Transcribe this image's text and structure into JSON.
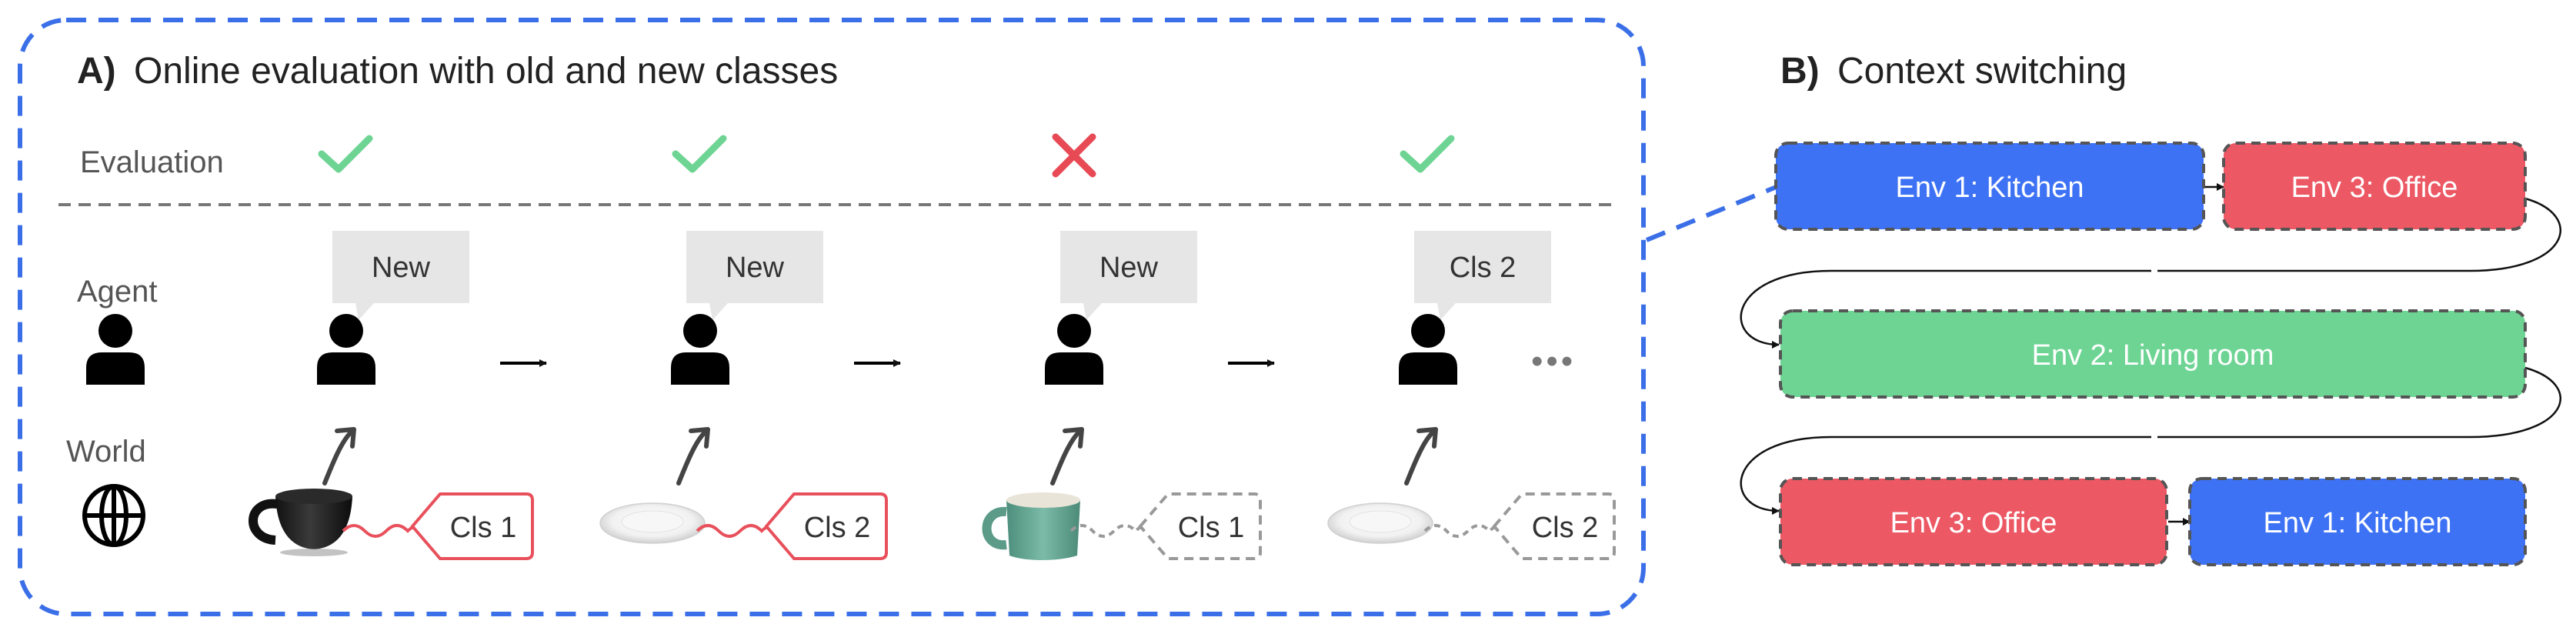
{
  "panel_a": {
    "title_prefix": "A)",
    "title": "Online evaluation with old and new classes",
    "row_labels": {
      "evaluation": "Evaluation",
      "agent": "Agent",
      "world": "World"
    },
    "steps": [
      {
        "eval": "correct",
        "bubble": "New",
        "object": "black-cup",
        "tag": "Cls 1",
        "tag_style": "labeled"
      },
      {
        "eval": "correct",
        "bubble": "New",
        "object": "white-plate",
        "tag": "Cls 2",
        "tag_style": "labeled"
      },
      {
        "eval": "wrong",
        "bubble": "New",
        "object": "green-mug",
        "tag": "Cls 1",
        "tag_style": "unlabeled"
      },
      {
        "eval": "correct",
        "bubble": "Cls 2",
        "object": "white-plate",
        "tag": "Cls 2",
        "tag_style": "unlabeled"
      }
    ],
    "ellipsis": "•••",
    "icons": {
      "correct": "check-icon",
      "wrong": "cross-icon",
      "agent": "person-icon",
      "world": "globe-icon",
      "next": "right-arrow-icon",
      "observe": "curved-arrow-icon"
    }
  },
  "panel_b": {
    "title_prefix": "B)",
    "title": "Context switching",
    "rows": [
      [
        {
          "label": "Env 1: Kitchen",
          "env": "kitchen"
        },
        {
          "label": "Env 3: Office",
          "env": "office"
        }
      ],
      [
        {
          "label": "Env 2: Living room",
          "env": "living"
        }
      ],
      [
        {
          "label": "Env 3: Office",
          "env": "office"
        },
        {
          "label": "Env 1: Kitchen",
          "env": "kitchen"
        }
      ]
    ]
  },
  "colors": {
    "frame": "#3B6FE8",
    "kitchen": "#3E72F5",
    "office": "#EC5864",
    "living": "#6ED493",
    "check": "#6ED493",
    "cross": "#E84A55",
    "tag_labeled": "#E8505B",
    "tag_unlabeled": "#999999",
    "bubble": "#E6E6E6",
    "text": "#222222",
    "label_gray": "#555555"
  }
}
